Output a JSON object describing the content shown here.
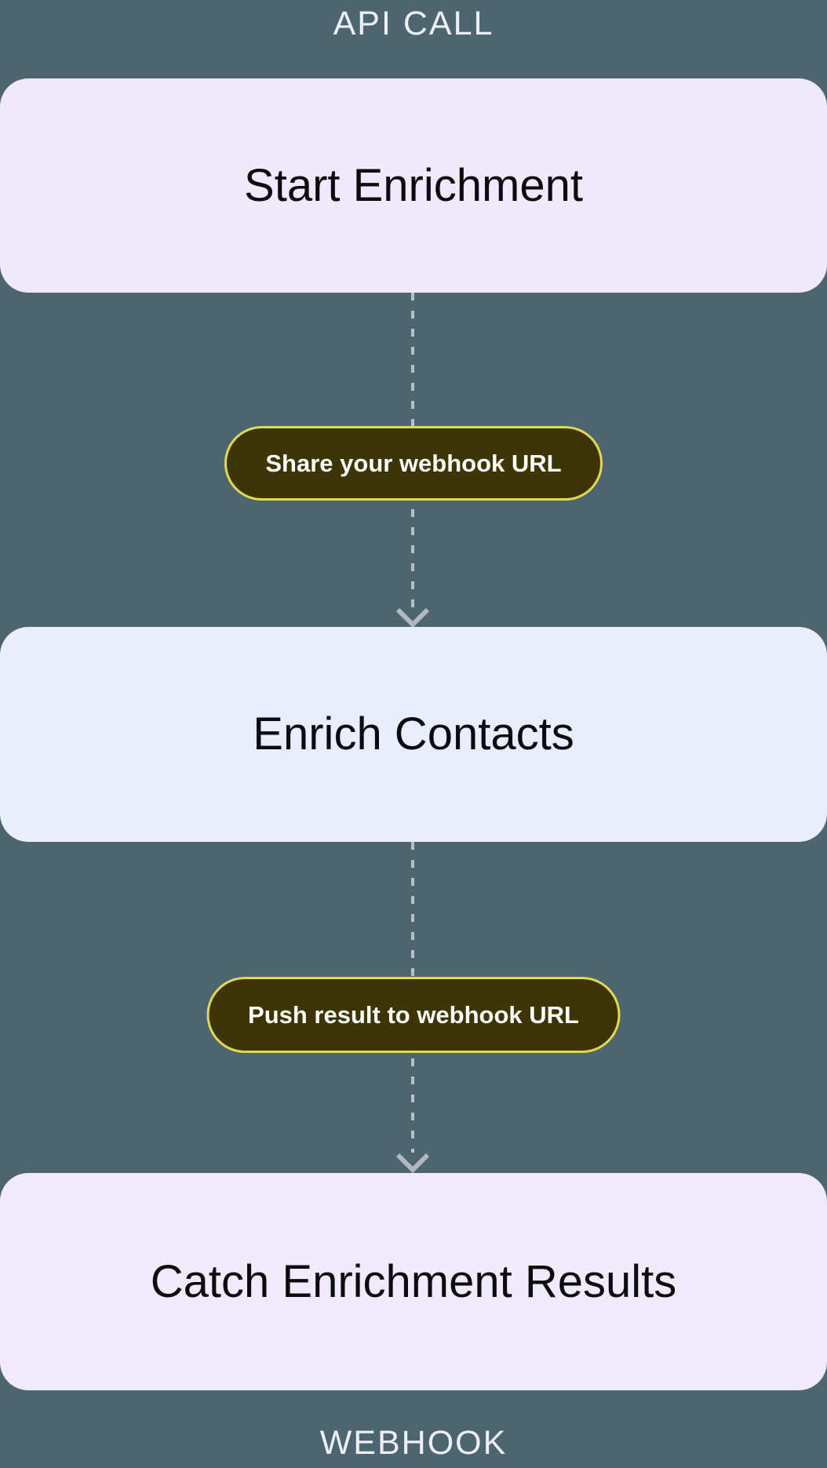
{
  "labels": {
    "top": "API CALL",
    "bottom": "WEBHOOK"
  },
  "flow": {
    "nodes": [
      {
        "title": "Start Enrichment"
      },
      {
        "title": "Enrich Contacts"
      },
      {
        "title": "Catch Enrichment Results"
      }
    ],
    "connectors": [
      {
        "label": "Share your webhook URL"
      },
      {
        "label": "Push result to webhook URL"
      }
    ]
  },
  "colors": {
    "background": "#4D6570",
    "node_start_bg": "#EFE9FC",
    "node_enrich_bg": "#E9EDFC",
    "node_catch_bg": "#F1EAFB",
    "pill_bg": "#3E3507",
    "pill_border": "#E2D94F",
    "pill_text": "#FDFDFB",
    "node_text": "#0C0C10",
    "endpoint_label_text": "#EDEFF4",
    "dash": "#B9BEC8",
    "arrow": "#B2B7C1"
  }
}
